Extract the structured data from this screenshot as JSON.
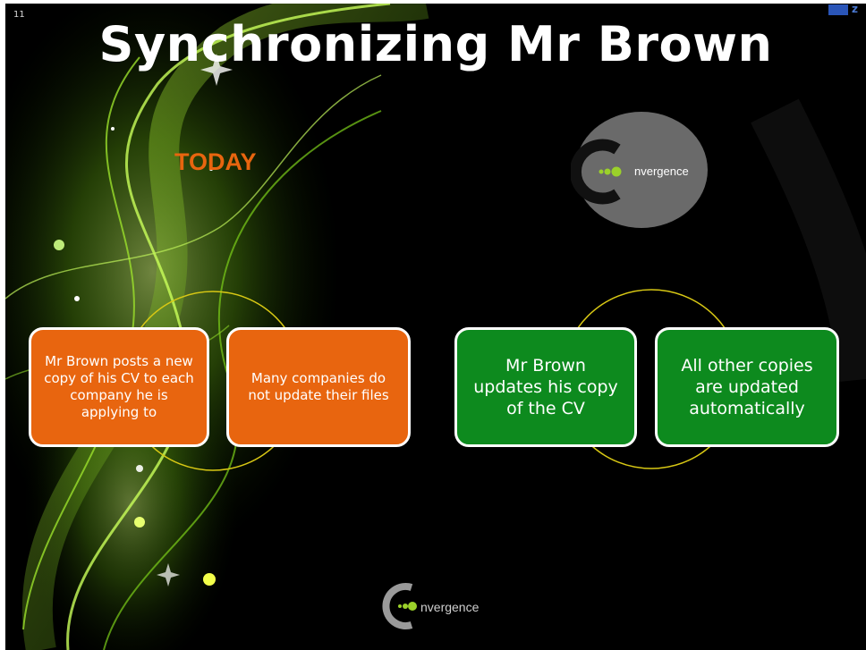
{
  "slide": {
    "number": "11",
    "title": "Synchronizing Mr Brown",
    "section_label": "TODAY"
  },
  "logo": {
    "text": "nvergence",
    "top_text": "nvergence"
  },
  "boxes": {
    "orange_1": "Mr Brown posts a new copy of his CV to each company he is applying to",
    "orange_2": "Many companies do not update their files",
    "green_1": "Mr Brown updates his copy of the CV",
    "green_2": "All other copies are updated automatically"
  },
  "colors": {
    "orange": "#e8650f",
    "green": "#0d8a1e",
    "ring": "#d8c814",
    "accent_dots": "#9bd12a"
  }
}
